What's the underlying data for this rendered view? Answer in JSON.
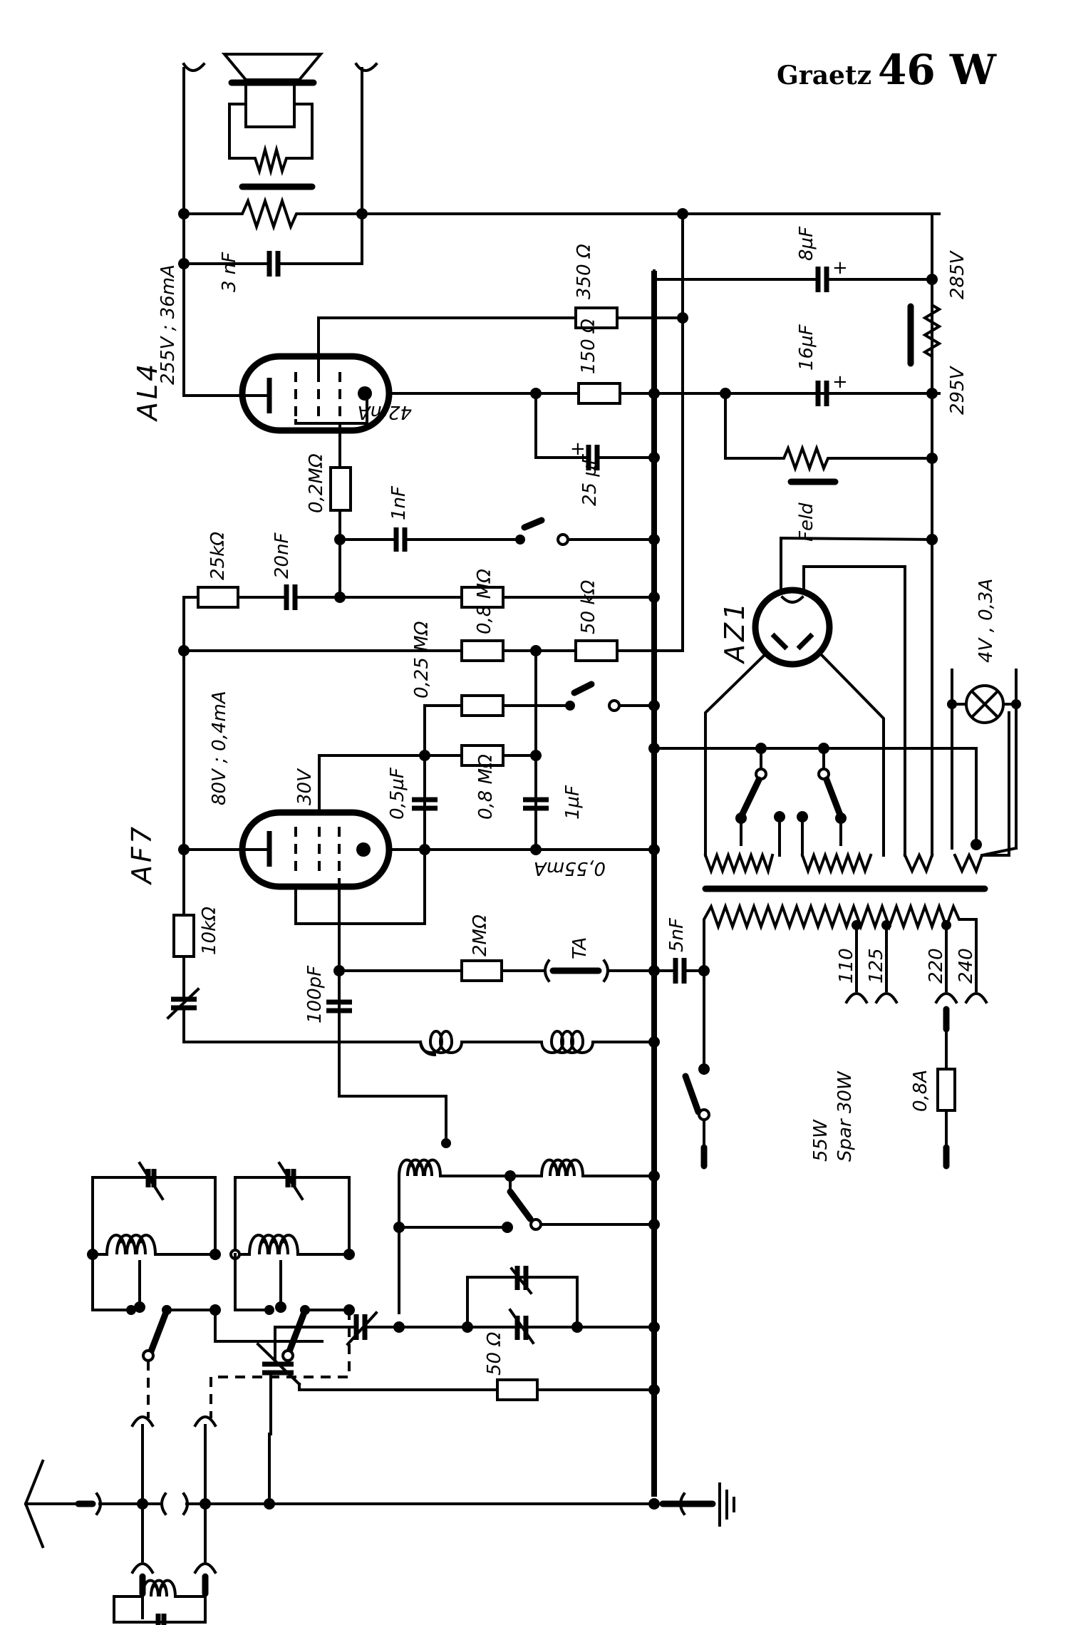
{
  "title": {
    "brand": "Graetz",
    "model": "46 W"
  },
  "tubes": {
    "output": "AL4",
    "preamp": "AF7",
    "rectifier": "AZ1"
  },
  "operating_points": {
    "al4_anode": "255V ; 36mA",
    "al4_cathode_current": "42mA",
    "af7_anode": "80V ; 0,4mA",
    "af7_screen": "30V",
    "af7_cathode_current": "0,55mA",
    "supply_285": "285V",
    "supply_295": "295V"
  },
  "components": {
    "c_3nf": "3 nF",
    "r_350": "350 Ω",
    "r_150": "150 Ω",
    "c_25uf": "25 µF",
    "c_8uf": "8µF",
    "c_16uf": "16µF",
    "field_coil": "Feld",
    "r_02m": "0,2MΩ",
    "c_1nf": "1nF",
    "r_25k": "25kΩ",
    "c_20nf": "20nF",
    "r_08m_a": "0,8 MΩ",
    "r_50k": "50 kΩ",
    "r_025m": "0,25 MΩ",
    "r_08m_b": "0,8 MΩ",
    "c_05uf": "0,5µF",
    "c_1uf": "1µF",
    "r_10k": "10kΩ",
    "r_2m": "2MΩ",
    "pickup": "TA",
    "c_5nf": "5nF",
    "c_100pf": "100pF",
    "r_50": "50 Ω",
    "pilot_lamp": "4V , 0,3A",
    "fuse": "0,8A"
  },
  "mains_taps": [
    "110",
    "125",
    "220",
    "240"
  ],
  "power": {
    "rating": "55W",
    "economy": "Spar 30W"
  }
}
